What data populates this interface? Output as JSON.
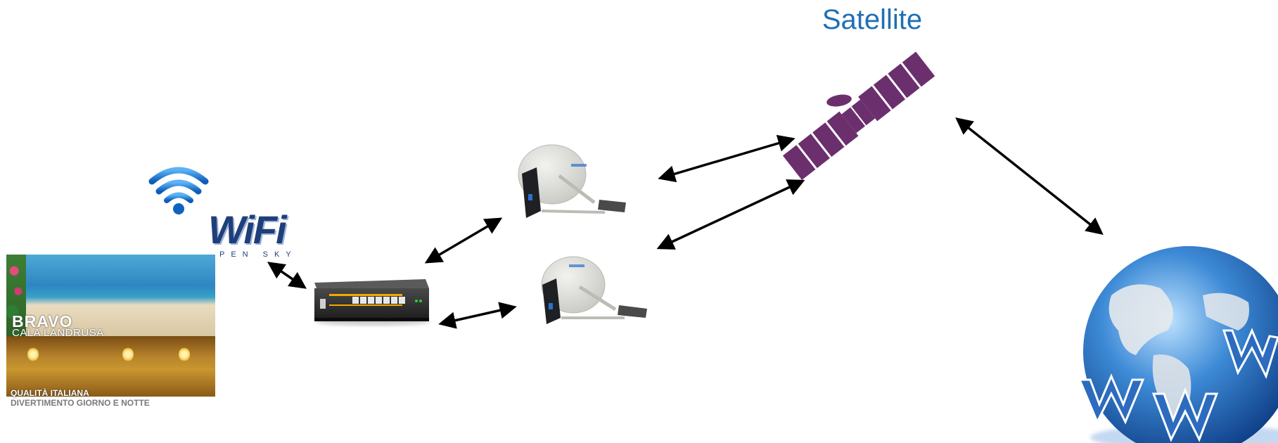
{
  "diagram": {
    "satellite_label": "Satellite",
    "resort": {
      "name_line1": "BRAVO",
      "name_line2": "CALA LANDRUSA",
      "tagline1": "QUALITÀ ITALIANA",
      "tagline2": "DIVERTIMENTO GIORNO E NOTTE"
    },
    "wifi_logo": {
      "main": "WiFi",
      "sub": "PEN SKY"
    },
    "icons": [
      "wifi-signal-icon",
      "network-switch-icon",
      "satellite-dish-icon",
      "satellite-icon",
      "globe-www-icon",
      "resort-photo"
    ],
    "colors": {
      "label_blue": "#1f6fb5",
      "satellite_purple": "#6b2f6e",
      "wifi_blue": "#1565c0",
      "arrow": "#000000",
      "globe_blue": "#1f5fae"
    }
  }
}
